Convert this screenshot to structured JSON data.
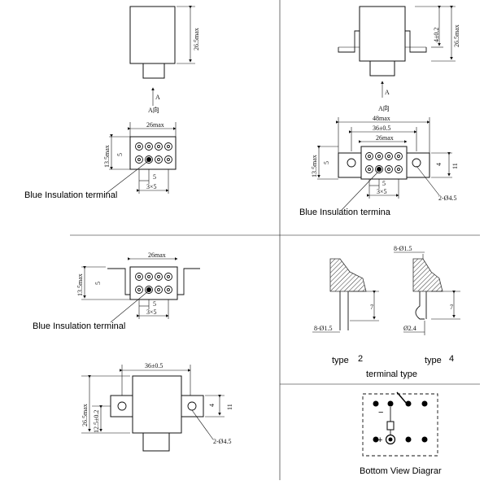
{
  "dims": {
    "height_max": "26.5max",
    "tol_4": "4±0.2",
    "height_max_2": "26.5max",
    "view_dir": "A",
    "view_label": "A向",
    "w26": "26max",
    "h135": "13.5max",
    "five": "5",
    "three_by_five": "3×5",
    "w48": "48max",
    "w36": "36±0.5",
    "eleven": "11",
    "four": "4",
    "hole": "2-Ø4.5",
    "pin8_a": "8-Ø1.5",
    "pin8_b": "8-Ø1.5",
    "seven": "7",
    "d24": "Ø2.4",
    "h265": "26.5max",
    "h125": "12.5±0.2"
  },
  "captions": {
    "tl": "Blue Insulation terminal",
    "tr": "Blue Insulation termina",
    "ml": "Blue Insulation terminal",
    "type2": "type",
    "type2_num": "2",
    "type4": "type",
    "type4_num": "4",
    "terminal_type": "terminal  type",
    "bottom_view": "Bottom View Diagrar"
  },
  "symbols": {
    "minus": "−",
    "plus": "+"
  }
}
